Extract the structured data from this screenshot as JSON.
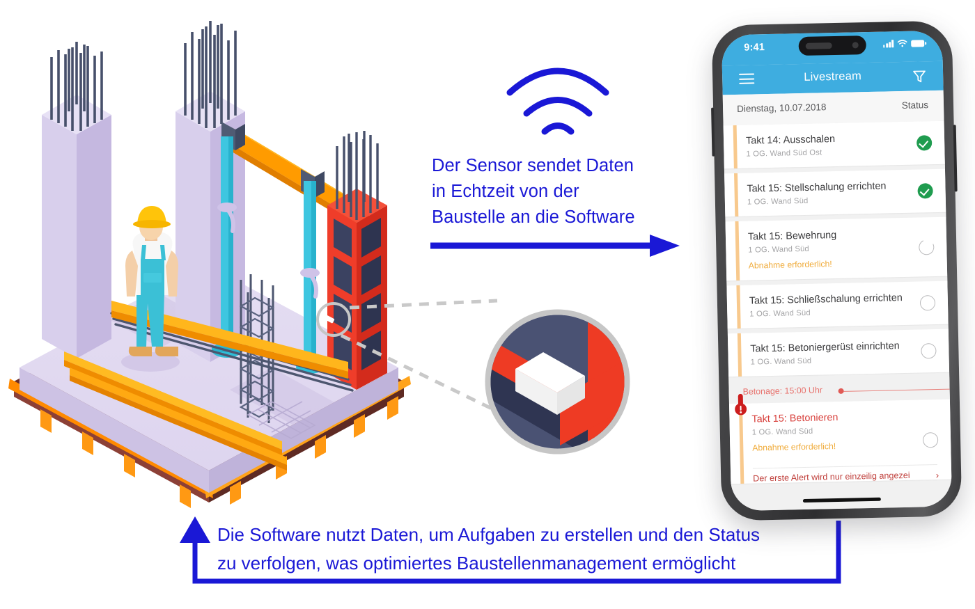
{
  "colors": {
    "annotation_blue": "#1a18d6",
    "app_bar_blue": "#3eade0",
    "timeline_orange": "#f8c98d",
    "warning_amber": "#f0ac3c",
    "alert_red": "#d8403c",
    "done_green": "#1f9c4f",
    "concrete_line_red": "#e8827d"
  },
  "annotations": {
    "top": {
      "lines": [
        "Der Sensor sendet Daten",
        "in Echtzeit von der",
        "Baustelle an die Software"
      ],
      "arrow": "arrow-right"
    },
    "bottom": {
      "lines": [
        "Die Software nutzt Daten, um Aufgaben zu erstellen und den Status",
        "zu verfolgen, was optimiertes Baustellenmanagement ermöglicht"
      ],
      "arrow": "arrow-up"
    }
  },
  "illustration": {
    "wifi_icon": "wifi-signal-icon",
    "magnifier_label": "sensor-closeup",
    "worker_label": "construction-worker"
  },
  "phone": {
    "status_bar": {
      "time": "9:41",
      "signal_icon": "cellular-bars-icon",
      "wifi_icon": "wifi-icon",
      "battery_icon": "battery-full-icon"
    },
    "app_bar": {
      "menu_icon": "hamburger-menu-icon",
      "title": "Livestream",
      "filter_icon": "filter-funnel-icon"
    },
    "list_header": {
      "date": "Dienstag, 10.07.2018",
      "status_label": "Status"
    },
    "tasks": [
      {
        "title": "Takt 14: Ausschalen",
        "location": "1 OG. Wand Süd Ost",
        "note": "",
        "status": "done"
      },
      {
        "title": "Takt 15: Stellschalung errichten",
        "location": "1 OG. Wand Süd",
        "note": "",
        "status": "done"
      },
      {
        "title": "Takt 15: Bewehrung",
        "location": "1 OG. Wand Süd",
        "note": "Abnahme erforderlich!",
        "status": "partial"
      },
      {
        "title": "Takt 15: Schließschalung errichten",
        "location": "1 OG. Wand Süd",
        "note": "",
        "status": "open"
      },
      {
        "title": "Takt 15: Betoniergerüst einrichten",
        "location": "1 OG. Wand Süd",
        "note": "",
        "status": "open"
      }
    ],
    "concrete_marker": {
      "label": "Betonage: 15:00 Uhr"
    },
    "alert_task": {
      "title": "Takt 15: Betonieren",
      "location": "1 OG. Wand Süd",
      "note": "Abnahme erforderlich!",
      "status": "open",
      "alert_icon": "alert-thermometer-icon"
    },
    "clipped_note": {
      "text": "Der erste Alert wird nur einzeilig angezei",
      "chevron": "›"
    }
  }
}
